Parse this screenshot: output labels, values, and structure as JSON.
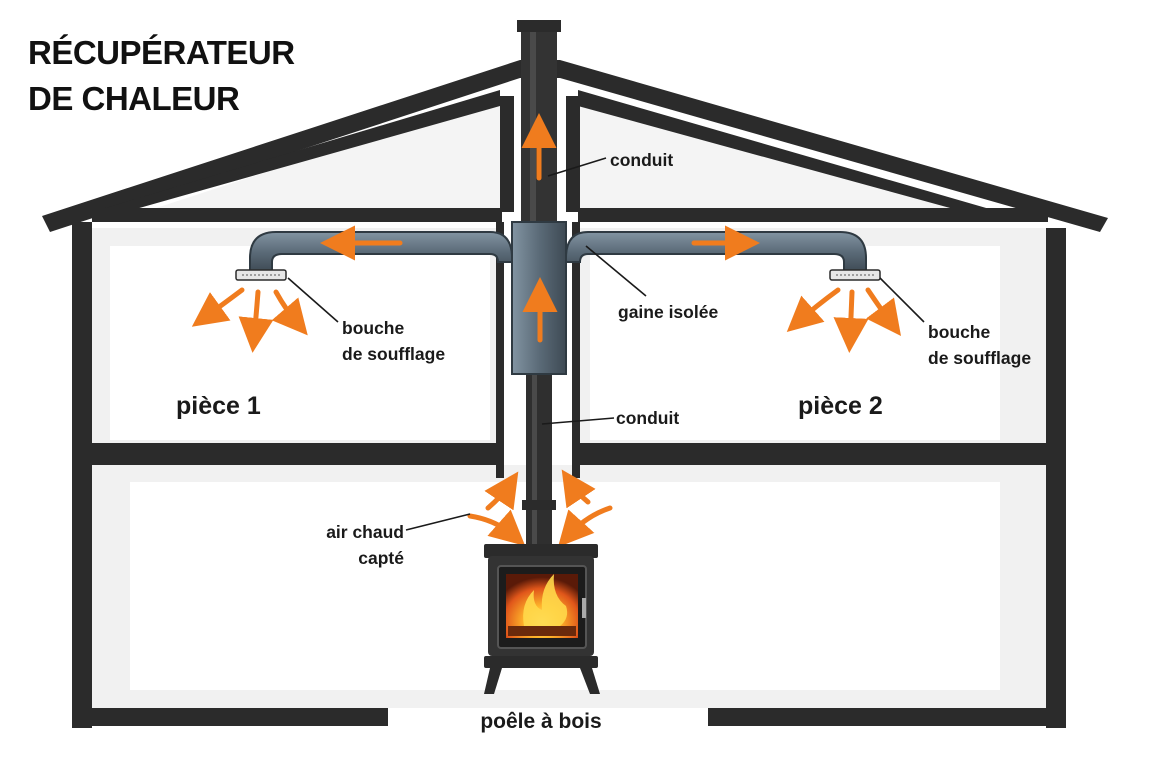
{
  "title": {
    "line1": "RÉCUPÉRATEUR",
    "line2": "DE CHALEUR"
  },
  "rooms": {
    "room1": "pièce 1",
    "room2": "pièce 2"
  },
  "callouts": {
    "conduit_top": "conduit",
    "conduit_mid": "conduit",
    "gaine": "gaine isolée",
    "bouche_left_1": "bouche",
    "bouche_left_2": "de soufflage",
    "bouche_right_1": "bouche",
    "bouche_right_2": "de soufflage",
    "air_1": "air chaud",
    "air_2": "capté"
  },
  "stove_label": "poêle à bois",
  "colors": {
    "structure": "#2b2b2b",
    "duct": "#5b6b78",
    "arrow": "#f07c1e",
    "fire": "#f5a21a"
  }
}
